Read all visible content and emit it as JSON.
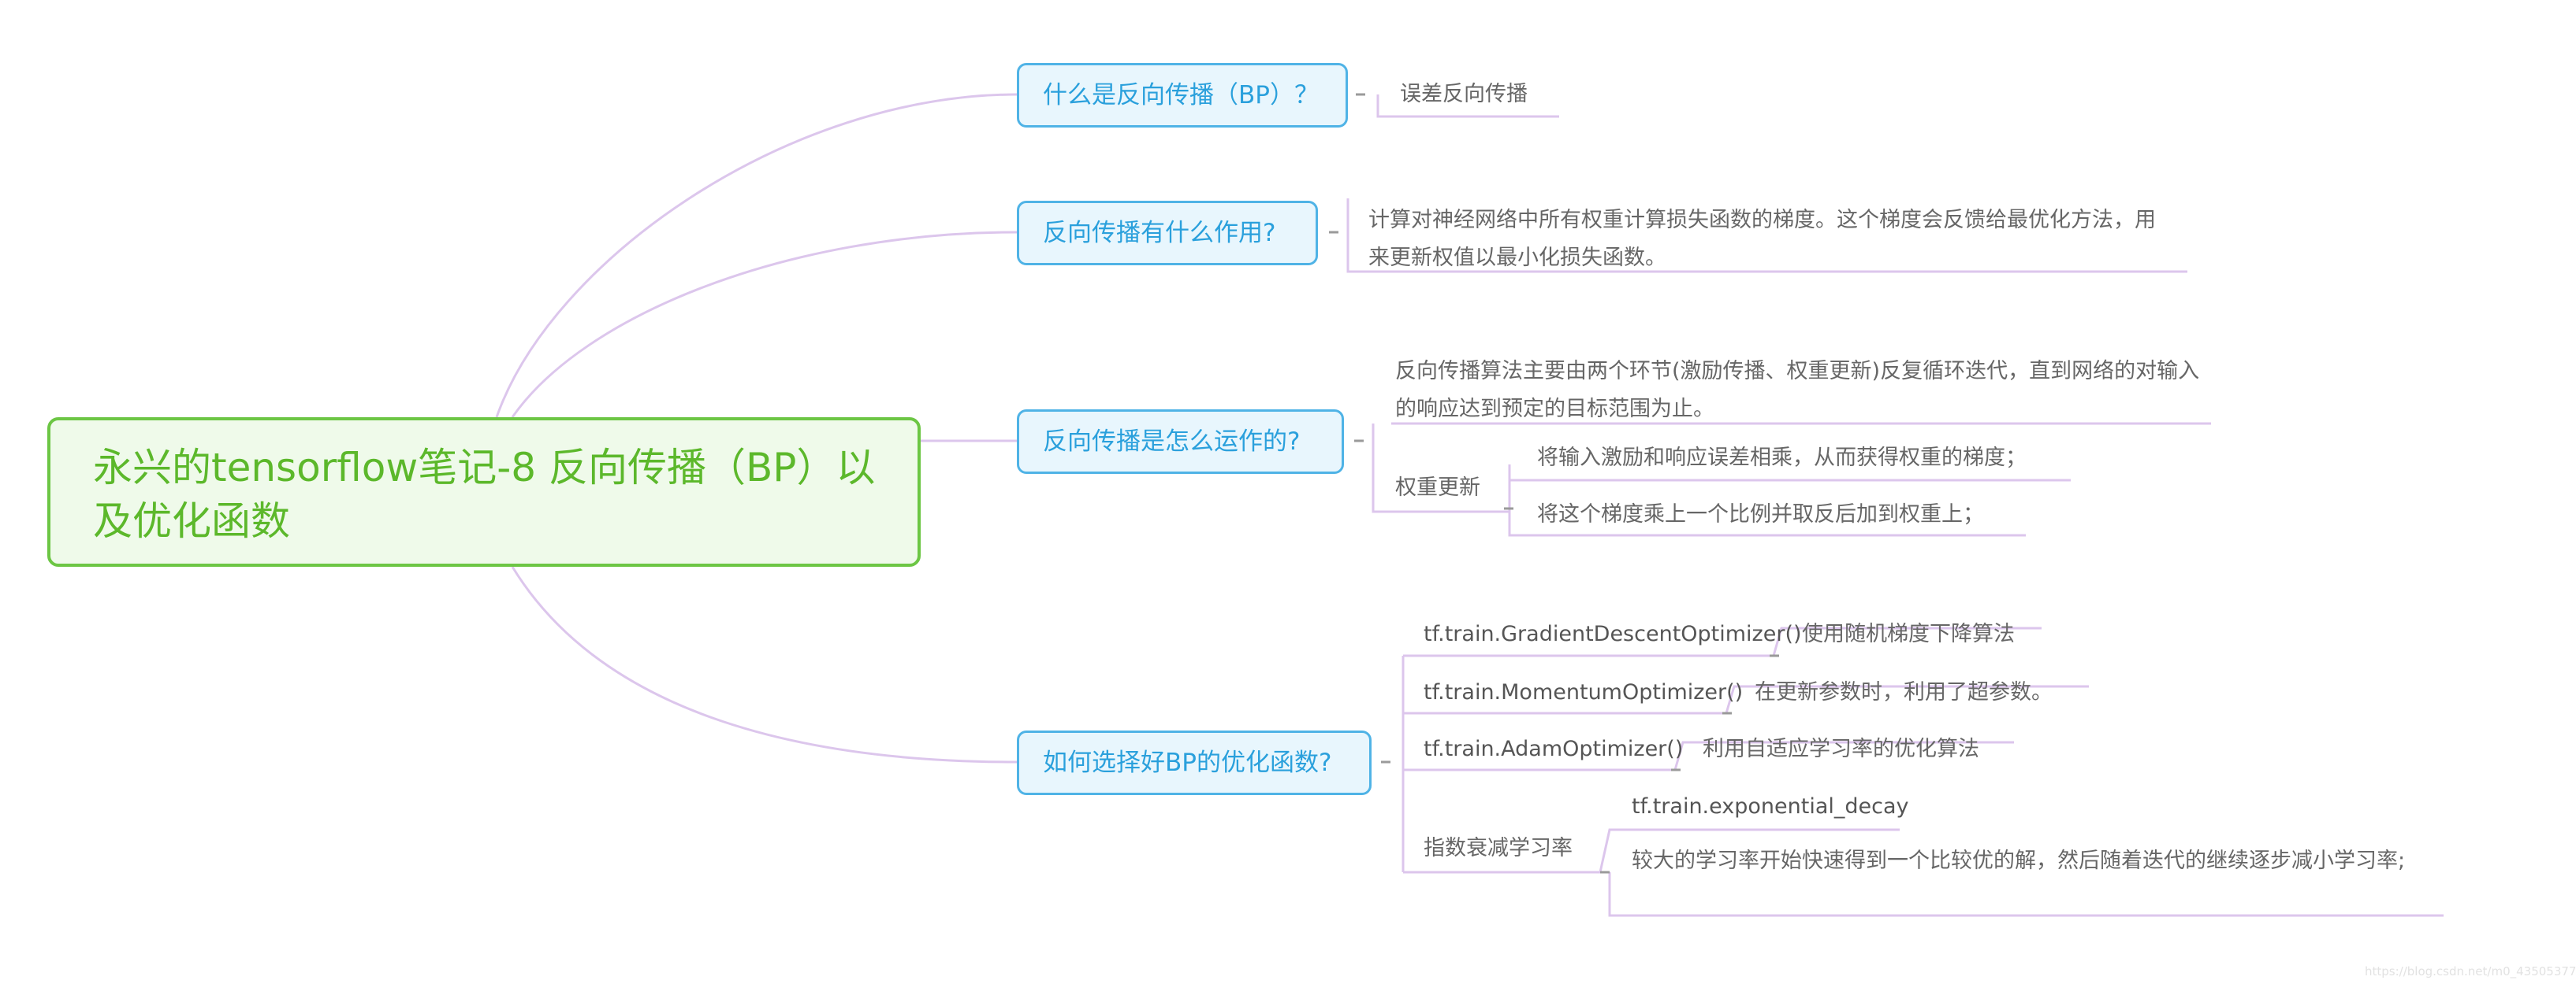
{
  "root": {
    "title": "永兴的tensorflow笔记-8 反向传播（BP）以及优化函数"
  },
  "topics": [
    {
      "label": "什么是反向传播（BP）？",
      "children": [
        {
          "text": "误差反向传播"
        }
      ]
    },
    {
      "label": "反向传播有什么作用?",
      "children": [
        {
          "text": "计算对神经网络中所有权重计算损失函数的梯度。这个梯度会反馈给最优化方法，用来更新权值以最小化损失函数。"
        }
      ]
    },
    {
      "label": "反向传播是怎么运作的?",
      "children": [
        {
          "text": "反向传播算法主要由两个环节(激励传播、权重更新)反复循环迭代，直到网络的对输入的响应达到预定的目标范围为止。"
        },
        {
          "text": "权重更新",
          "children": [
            {
              "text": "将输入激励和响应误差相乘，从而获得权重的梯度；"
            },
            {
              "text": "将这个梯度乘上一个比例并取反后加到权重上；"
            }
          ]
        }
      ]
    },
    {
      "label": "如何选择好BP的优化函数?",
      "children": [
        {
          "text": "tf.train.GradientDescentOptimizer()",
          "children": [
            {
              "text": "使用随机梯度下降算法"
            }
          ]
        },
        {
          "text": "tf.train.MomentumOptimizer()",
          "children": [
            {
              "text": "在更新参数时，利用了超参数。"
            }
          ]
        },
        {
          "text": "tf.train.AdamOptimizer()",
          "children": [
            {
              "text": "利用自适应学习率的优化算法"
            }
          ]
        },
        {
          "text": "指数衰减学习率",
          "children": [
            {
              "text": "tf.train.exponential_decay"
            },
            {
              "text": "较大的学习率开始快速得到一个比较优的解，然后随着迭代的继续逐步减小学习率;"
            }
          ]
        }
      ]
    }
  ],
  "watermark": "https://blog.csdn.net/m0_43505377",
  "colors": {
    "root_border": "#6cc644",
    "root_text": "#5cb82b",
    "topic_border": "#4fb3e6",
    "topic_text": "#2aa0dc",
    "branch_line": "#dcc6ec"
  }
}
